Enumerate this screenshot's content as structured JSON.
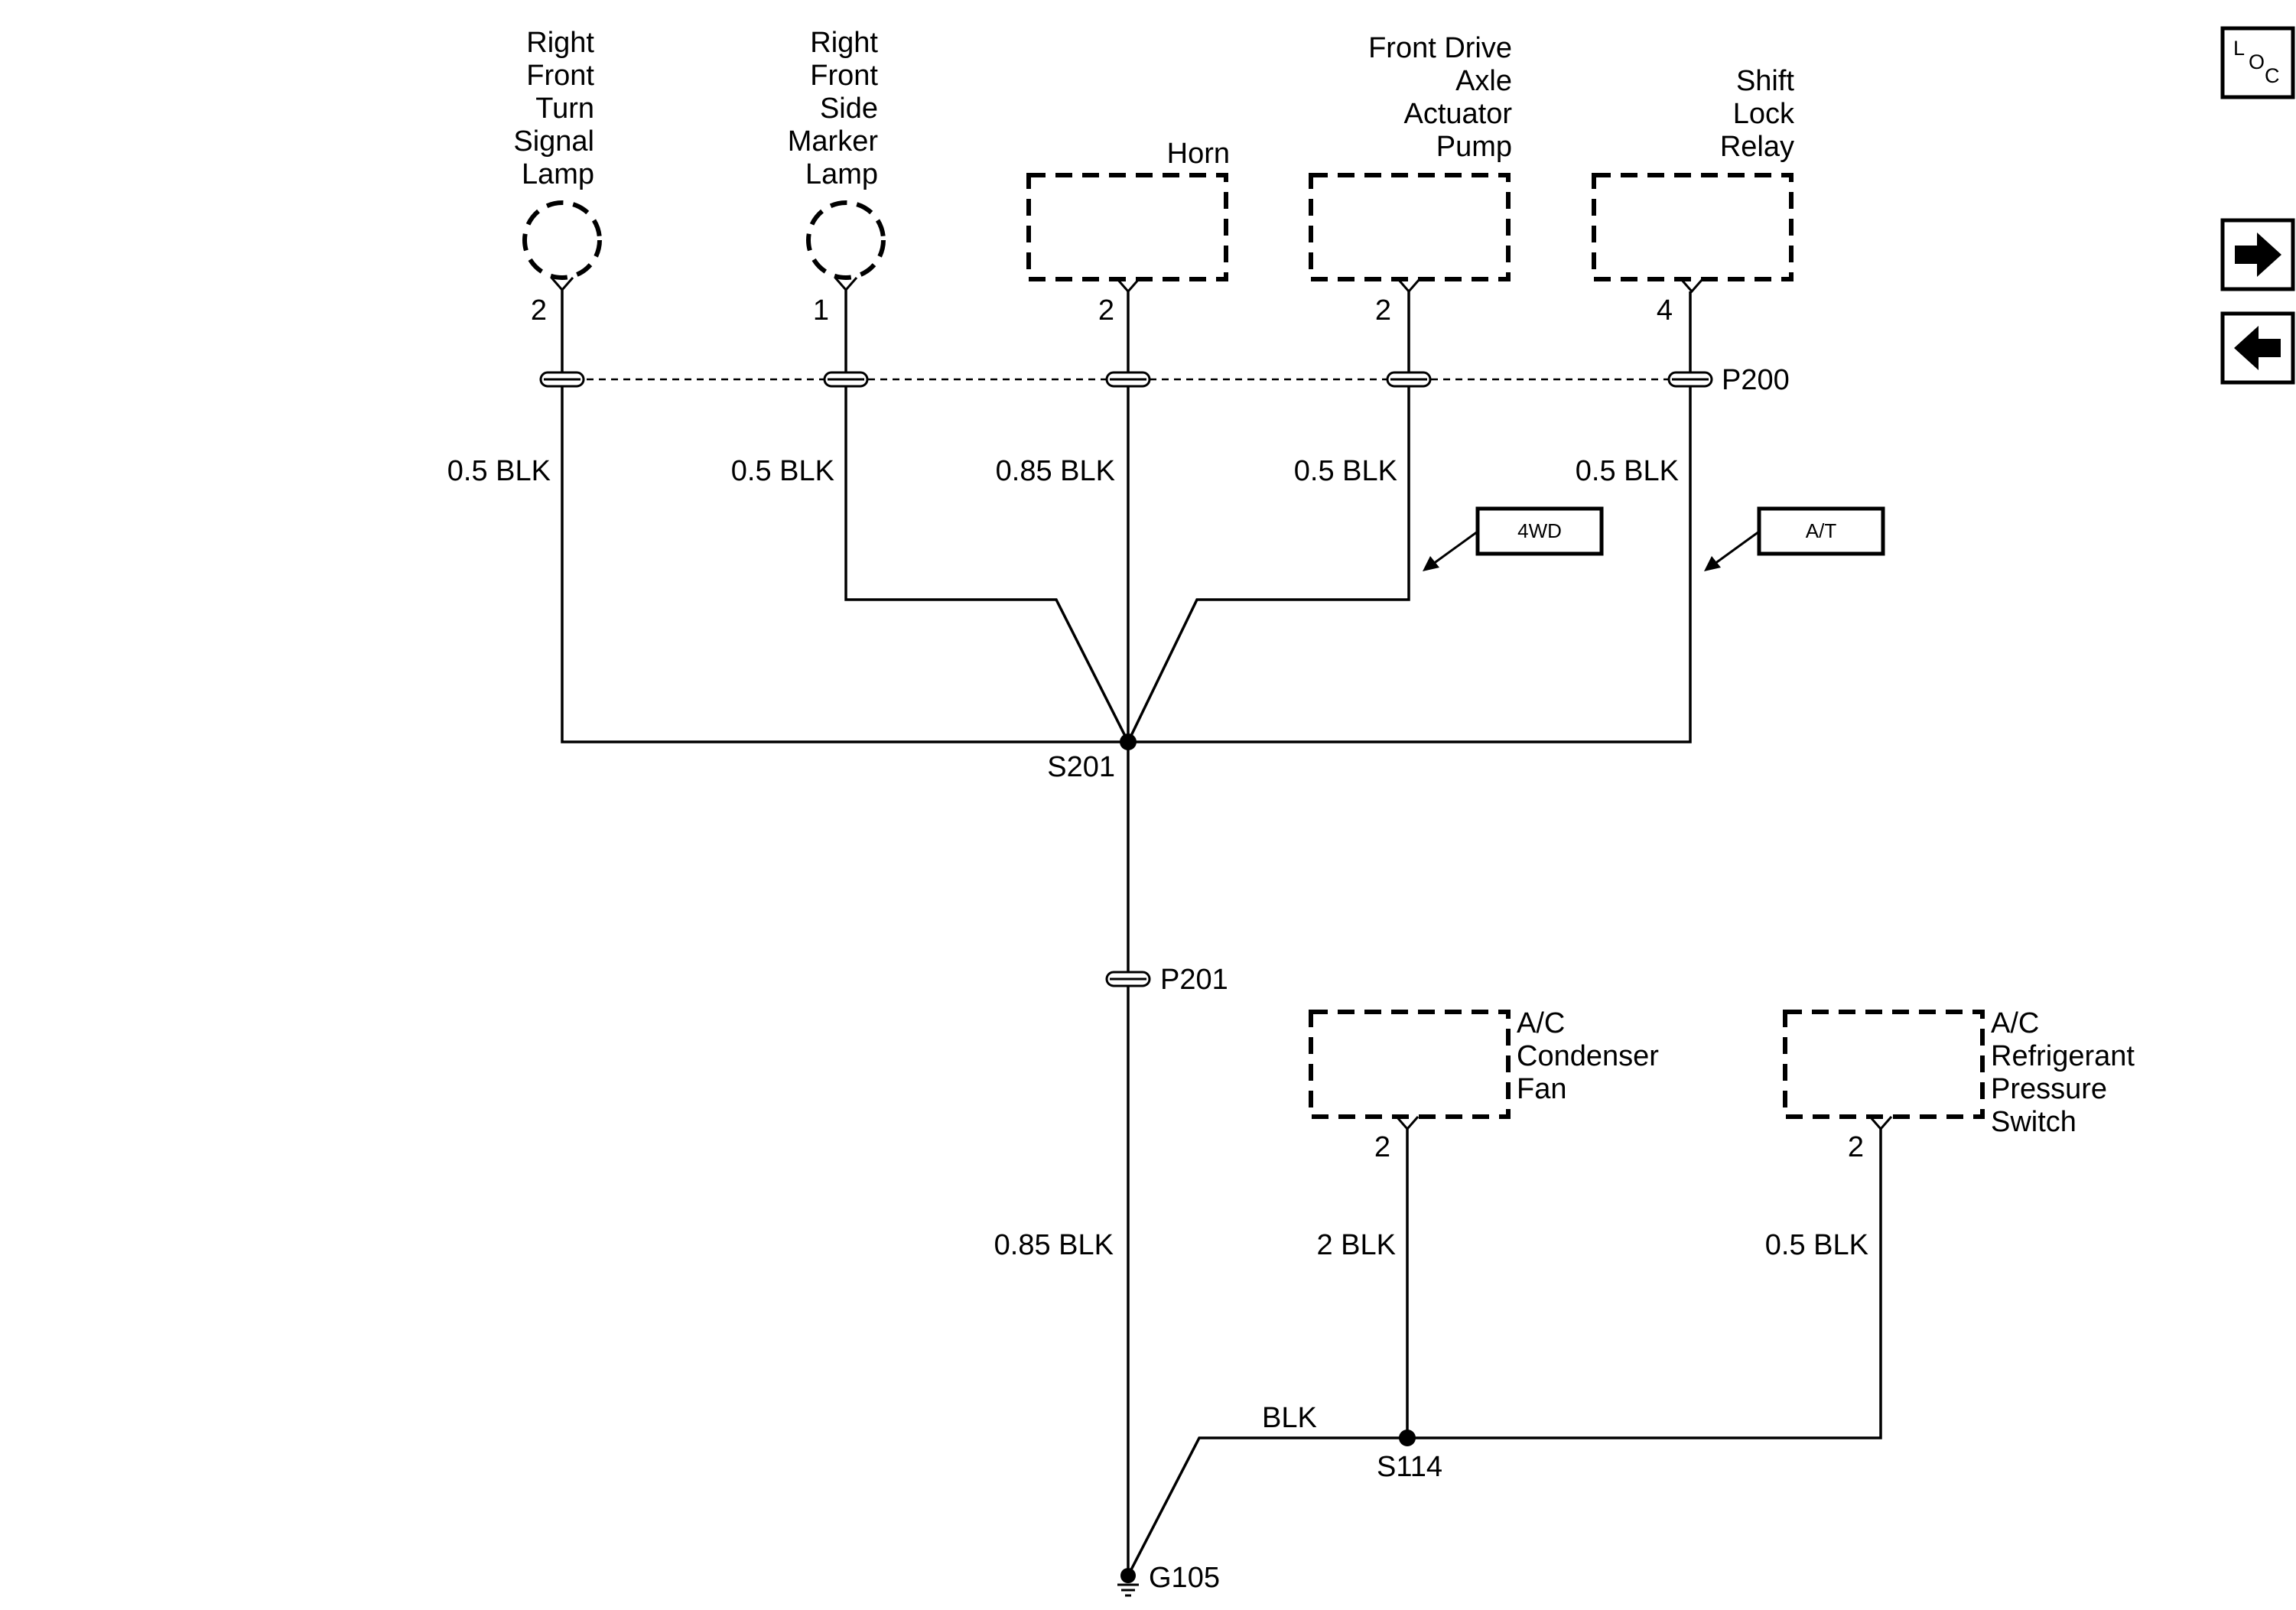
{
  "components": {
    "rf_turn_signal": {
      "label": [
        "Right",
        "Front",
        "Turn",
        "Signal",
        "Lamp"
      ],
      "pin": "2"
    },
    "rf_side_marker": {
      "label": [
        "Right",
        "Front",
        "Side",
        "Marker",
        "Lamp"
      ],
      "pin": "1"
    },
    "horn": {
      "label": [
        "Horn"
      ],
      "pin": "2"
    },
    "front_drive_axle": {
      "label": [
        "Front Drive",
        "Axle",
        "Actuator",
        "Pump"
      ],
      "pin": "2"
    },
    "shift_lock_relay": {
      "label": [
        "Shift",
        "Lock",
        "Relay"
      ],
      "pin": "4"
    },
    "ac_condenser_fan": {
      "label": [
        "A/C",
        "Condenser",
        "Fan"
      ],
      "pin": "2"
    },
    "ac_refrigerant_switch": {
      "label": [
        "A/C",
        "Refrigerant",
        "Pressure",
        "Switch"
      ],
      "pin": "2"
    }
  },
  "connectors": {
    "p200": "P200",
    "p201": "P201"
  },
  "splices": {
    "s201": "S201",
    "s114": "S114"
  },
  "ground": {
    "g105": "G105"
  },
  "wires": {
    "rf_turn_signal": "0.5 BLK",
    "rf_side_marker": "0.5 BLK",
    "horn": "0.85 BLK",
    "front_drive_axle": "0.5 BLK",
    "shift_lock_relay": "0.5 BLK",
    "s201_to_g105": "0.85 BLK",
    "ac_condenser_fan": "2 BLK",
    "ac_refrigerant_switch": "0.5 BLK",
    "s114_to_g105": "BLK"
  },
  "options": {
    "fourwd": "4WD",
    "at": "A/T"
  },
  "nav": {
    "loc": {
      "l": "L",
      "o": "O",
      "c": "C"
    },
    "forward_icon": "arrow-right-icon",
    "back_icon": "arrow-left-icon"
  }
}
